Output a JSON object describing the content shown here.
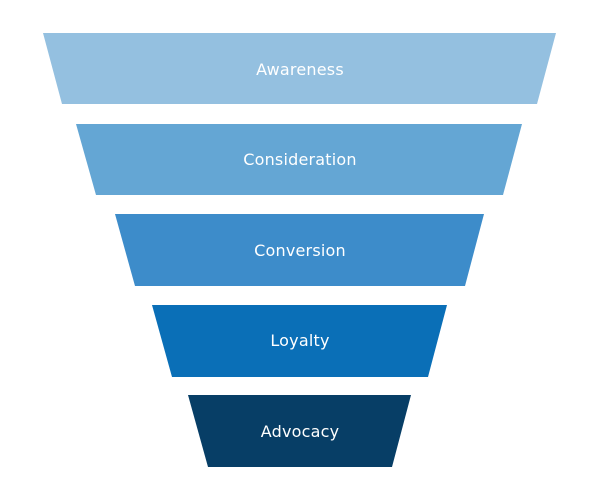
{
  "funnel": {
    "stages": [
      {
        "label": "Awareness",
        "color": "#94c0e0",
        "text_color": "#ffffff"
      },
      {
        "label": "Consideration",
        "color": "#64a6d4",
        "text_color": "#ffffff"
      },
      {
        "label": "Conversion",
        "color": "#3d8cca",
        "text_color": "#ffffff"
      },
      {
        "label": "Loyalty",
        "color": "#0a6fb7",
        "text_color": "#ffffff"
      },
      {
        "label": "Advocacy",
        "color": "#073e66",
        "text_color": "#ffffff"
      }
    ]
  }
}
